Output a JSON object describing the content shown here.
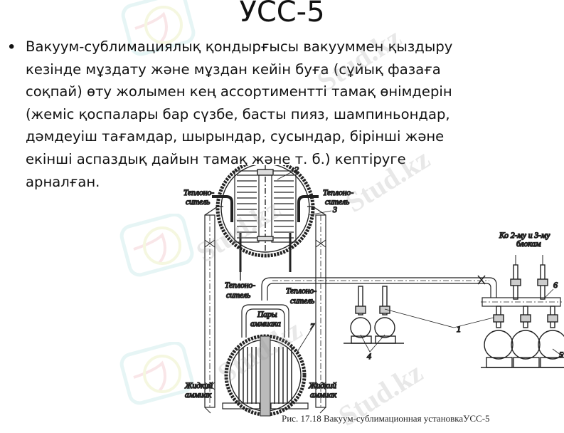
{
  "slide": {
    "title": "УСС-5",
    "bullet": {
      "lines": [
        "Вакуум-сублимациялық қондырғысы вакууммен қыздыру",
        "кезінде мұздату және мұздан кейін буға (сұйық фазаға",
        "соқпай) өту жолымен кең ассортиментті тамақ өнімдерін",
        "(жеміс қоспалары бар сүзбе, басты пияз, шампиньондар,",
        "дәмдеуіш тағамдар, шырындар, сусындар, бірінші және",
        "екінші аспаздық дайын тамақ және т. б.) кептіруге",
        "арналған."
      ]
    }
  },
  "figure": {
    "labels": {
      "heat_carrier_top_left": [
        "Теплоно-",
        "ситель"
      ],
      "heat_carrier_top_right": [
        "Теплоно-",
        "ситель"
      ],
      "heat_carrier_mid_left": [
        "Теплоно-",
        "ситель"
      ],
      "heat_carrier_mid_right": [
        "Теплоно-",
        "ситель"
      ],
      "ammonia_vapor": [
        "Пары",
        "аммиака"
      ],
      "liquid_ammonia_left": [
        "Жидкий",
        "аммиак"
      ],
      "liquid_ammonia_right": [
        "Жидкий",
        "аммиак"
      ],
      "to_blocks": [
        "Ко 2-му и 3-му",
        "блокам"
      ]
    },
    "numbers": {
      "n1": "1",
      "n2": "2",
      "n3": "3",
      "n4": "4",
      "n5": "5",
      "n6": "6",
      "n7": "7"
    },
    "caption": "Рис. 17.18 Вакуум-сублимационная установкаУСС-5"
  },
  "watermark": {
    "text": "Stud.kz",
    "colors": {
      "teal": "#9ed8d8",
      "yellow": "#d9e27a",
      "pink": "#e8a3a8"
    }
  }
}
